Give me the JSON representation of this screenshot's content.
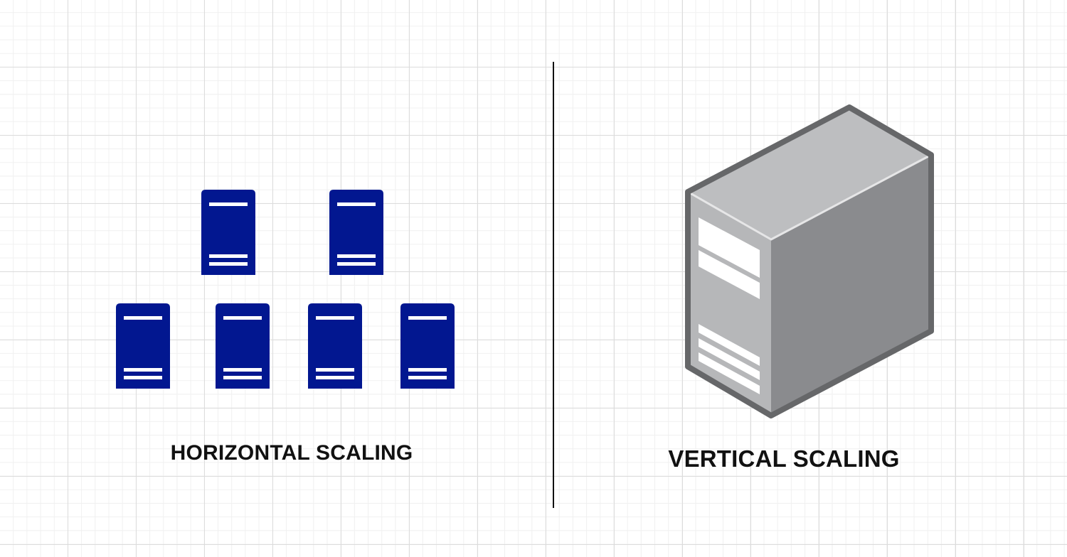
{
  "diagram": {
    "left_section": {
      "caption": "HORIZONTAL SCALING",
      "server_count": 6,
      "server_icon": "rack-server-icon",
      "server_color": "#021790"
    },
    "right_section": {
      "caption": "VERTICAL SCALING",
      "server_icon": "tower-server-icon",
      "server_colors": {
        "front": "#b6b7b9",
        "top": "#bdbec0",
        "side": "#8a8b8e",
        "outline": "#666769"
      }
    },
    "divider_color": "#111111"
  }
}
